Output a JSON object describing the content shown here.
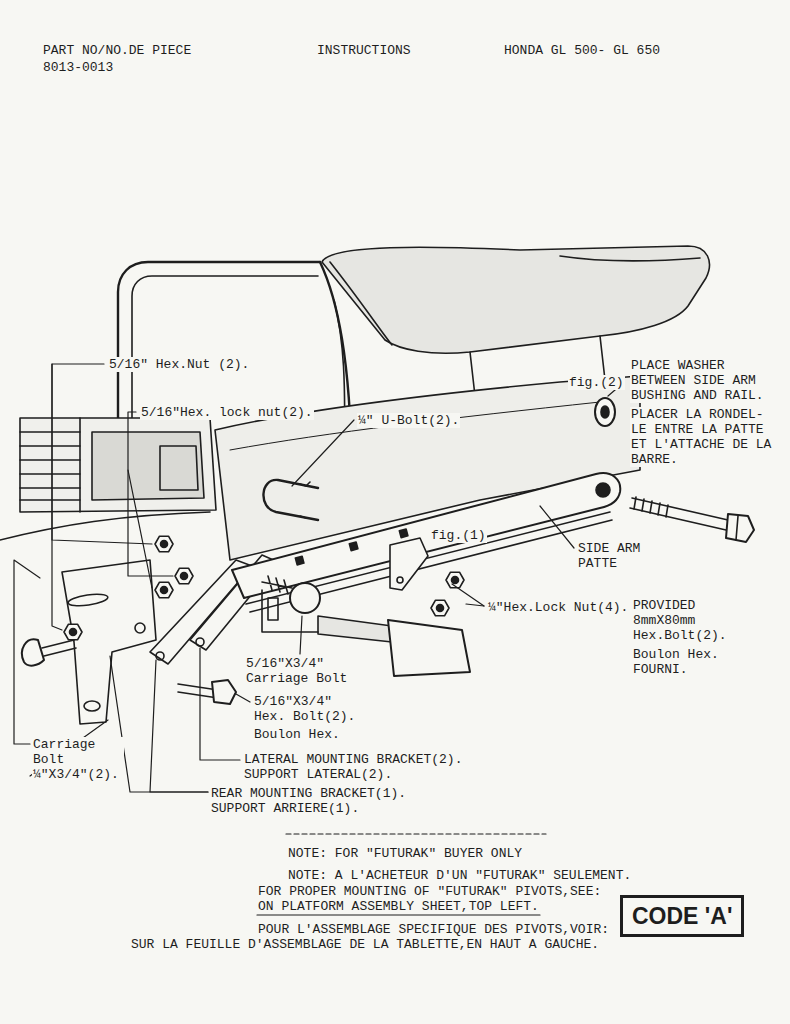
{
  "diagram": {
    "title": "INSTRUCTIONS",
    "nodes": [
      {
        "text": [
          "CODE 'A'"
        ]
      }
    ],
    "labels": [
      "PART NO/NO.DE PIECE",
      "8013-0013",
      "HONDA GL 500- GL 650",
      "5/16\" Hex.Nut (2).",
      "fig.(2)",
      "PLACE WASHER BETWEEN SIDE ARM BUSHING AND RAIL.",
      "5/16\"Hex. lock nut(2).",
      "¼\" U-Bolt(2).",
      "PLACER LA RONDEL- LE ENTRE LA PATTE ET L'ATTACHE DE LA BARRE.",
      "fig.(1)",
      "SIDE ARM",
      "PATTE",
      "¼\"Hex.Lock Nut(4).",
      "PROVIDED 8mmX80mm Hex.Bolt(2).",
      "Boulon Hex. FOURNI.",
      "5/16\"X3/4\" Carriage Bolt",
      "5/16\"X3/4\" Hex. Bolt(2).",
      "Boulon Hex.",
      "Carriage Bolt ¼\"X3/4\"(2).",
      "LATERAL MOUNTING BRACKET(2).",
      "SUPPORT LATERAL(2).",
      "REAR MOUNTING BRACKET(1).",
      "SUPPORT ARRIERE(1).",
      "NOTE: FOR \"FUTURAK\" BUYER ONLY",
      "NOTE: A L'ACHETEUR D'UN \"FUTURAK\" SEULEMENT.",
      "FOR PROPER MOUNTING OF \"FUTURAK\" PIVOTS,SEE:",
      "ON PLATFORM ASSEMBLY SHEET,TOP LEFT.",
      "POUR L'ASSEMBLAGE SPECIFIQUE DES PIVOTS,VOIR:",
      "SUR LA FEUILLE D'ASSEMBLAGE DE LA TABLETTE,EN HAUT A GAUCHE."
    ]
  }
}
